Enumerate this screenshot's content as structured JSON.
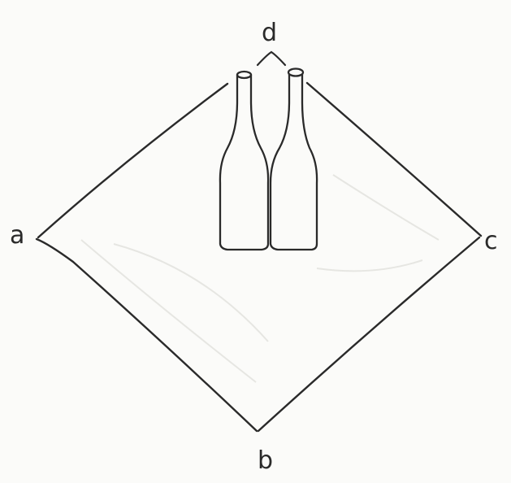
{
  "labels": {
    "a": "a",
    "b": "b",
    "c": "c",
    "d": "d"
  },
  "colors": {
    "ink": "#2a2a2a",
    "paper": "#fbfbf9",
    "cloth_shade": "#e6e6e2"
  }
}
